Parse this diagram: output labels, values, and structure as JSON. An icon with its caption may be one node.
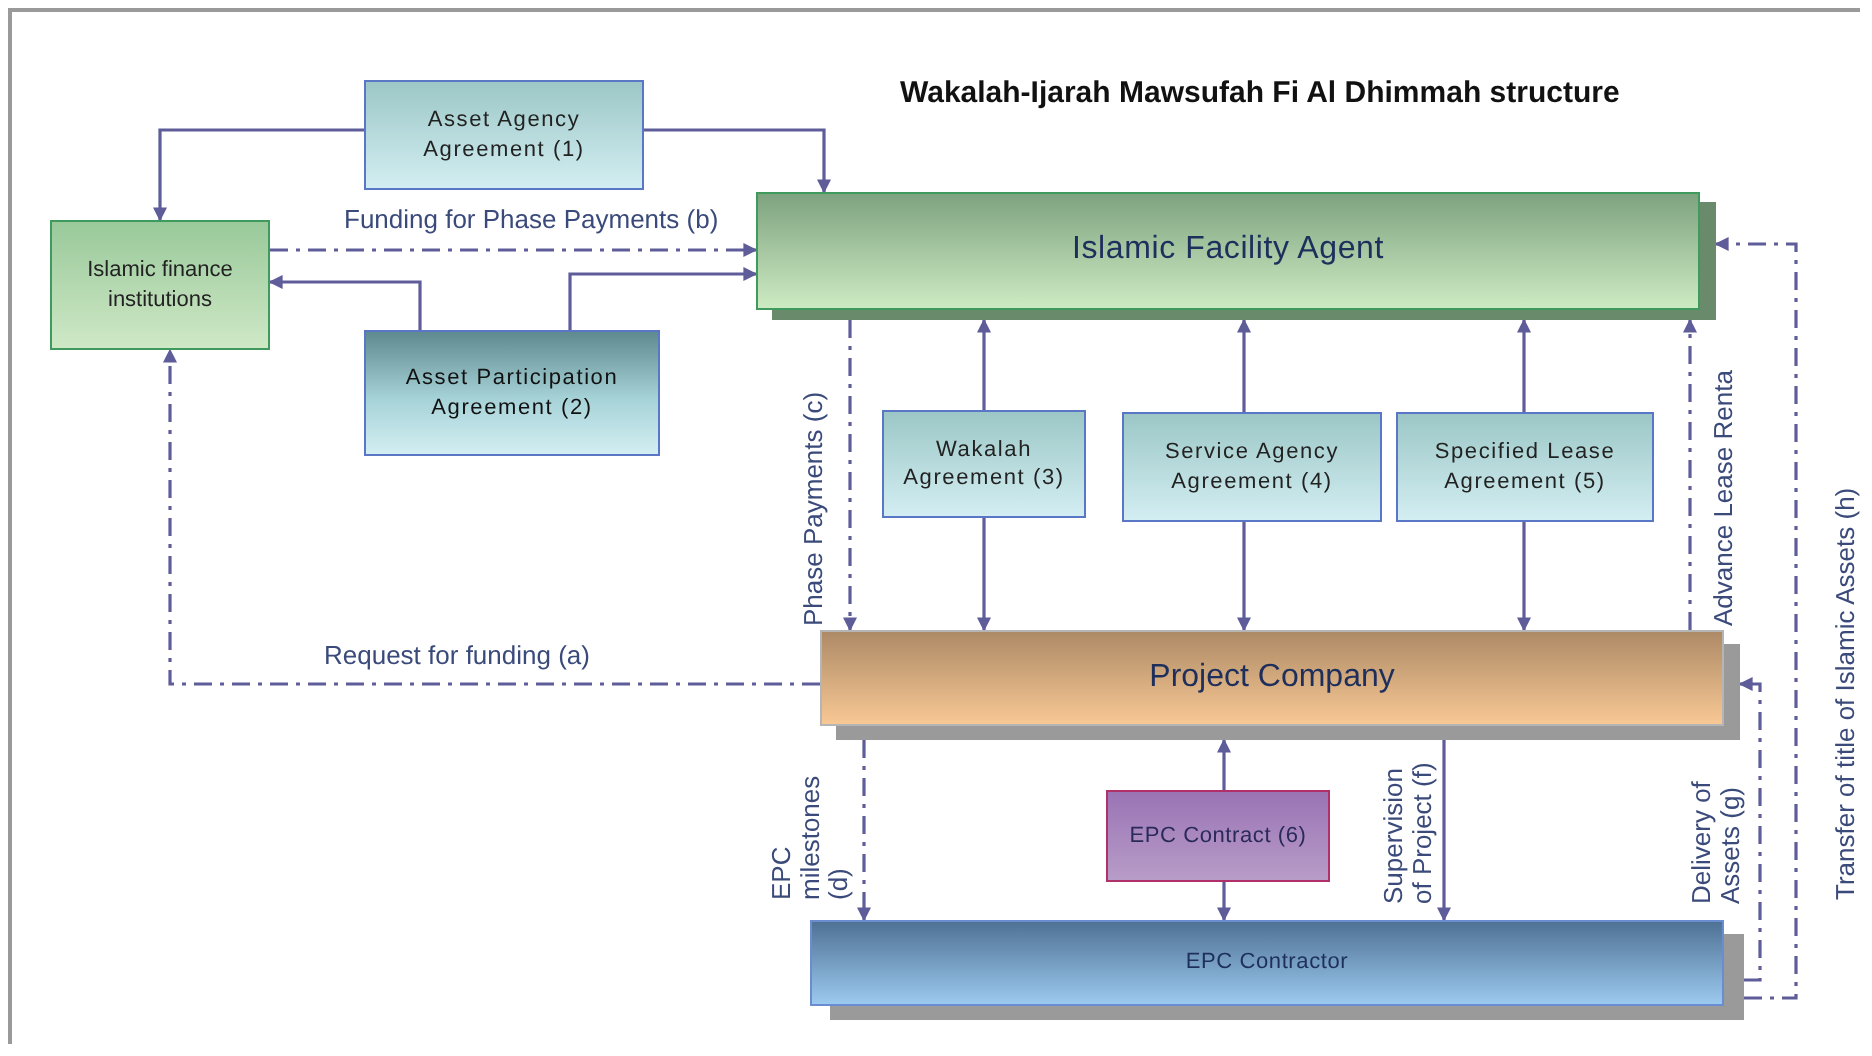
{
  "diagram": {
    "title": "Wakalah-Ijarah Mawsufah Fi Al Dhimmah structure",
    "nodes": [
      {
        "text": [
          "Asset Agency Agreement (1)"
        ]
      },
      {
        "text": [
          "Islamic finance institutions"
        ]
      },
      {
        "text": [
          "Islamic Facility Agent"
        ]
      },
      {
        "text": [
          "Asset Participation Agreement (2)"
        ]
      },
      {
        "text": [
          "Wakalah Agreement (3)"
        ]
      },
      {
        "text": [
          "Service Agency Agreement (4)"
        ]
      },
      {
        "text": [
          "Specified Lease Agreement (5)"
        ]
      },
      {
        "text": [
          "Project Company"
        ]
      },
      {
        "text": [
          "EPC Contract (6)"
        ]
      },
      {
        "text": [
          "EPC Contractor"
        ]
      }
    ],
    "edges": [
      {
        "from": 0,
        "to": 1,
        "arrow": "to"
      },
      {
        "from": 0,
        "to": 2,
        "arrow": "to"
      },
      {
        "from": 1,
        "to": 2,
        "arrow": "to",
        "label": "Funding for Phase Payments (b)",
        "style": "dashed"
      },
      {
        "from": 3,
        "to": 1,
        "arrow": "to"
      },
      {
        "from": 3,
        "to": 2,
        "arrow": "to"
      },
      {
        "from": 7,
        "to": 1,
        "arrow": "to",
        "label": "Request for funding (a)",
        "style": "dashed"
      },
      {
        "from": 2,
        "to": 7,
        "arrow": "to",
        "label": "Phase Payments (c)",
        "style": "dashed"
      },
      {
        "from": 4,
        "to": 2,
        "arrow": "to"
      },
      {
        "from": 4,
        "to": 7,
        "arrow": "to"
      },
      {
        "from": 5,
        "to": 2,
        "arrow": "to"
      },
      {
        "from": 5,
        "to": 7,
        "arrow": "to"
      },
      {
        "from": 6,
        "to": 2,
        "arrow": "to"
      },
      {
        "from": 6,
        "to": 7,
        "arrow": "to"
      },
      {
        "from": 7,
        "to": 2,
        "arrow": "to",
        "label": "Advance Lease Renta",
        "style": "dashed"
      },
      {
        "from": 7,
        "to": 9,
        "arrow": "to",
        "label": "EPC milestones (d)",
        "style": "dashed"
      },
      {
        "from": 8,
        "to": 7,
        "arrow": "to"
      },
      {
        "from": 8,
        "to": 9,
        "arrow": "to"
      },
      {
        "from": 7,
        "to": 9,
        "arrow": "to",
        "label": "Supervision of Project (f)"
      },
      {
        "from": 9,
        "to": 7,
        "arrow": "to",
        "label": "Delivery of Assets (g)",
        "style": "dashed"
      },
      {
        "from": 9,
        "to": 2,
        "arrow": "to",
        "label": "Transfer of title of Islamic Assets (h)",
        "style": "dashed"
      }
    ]
  }
}
